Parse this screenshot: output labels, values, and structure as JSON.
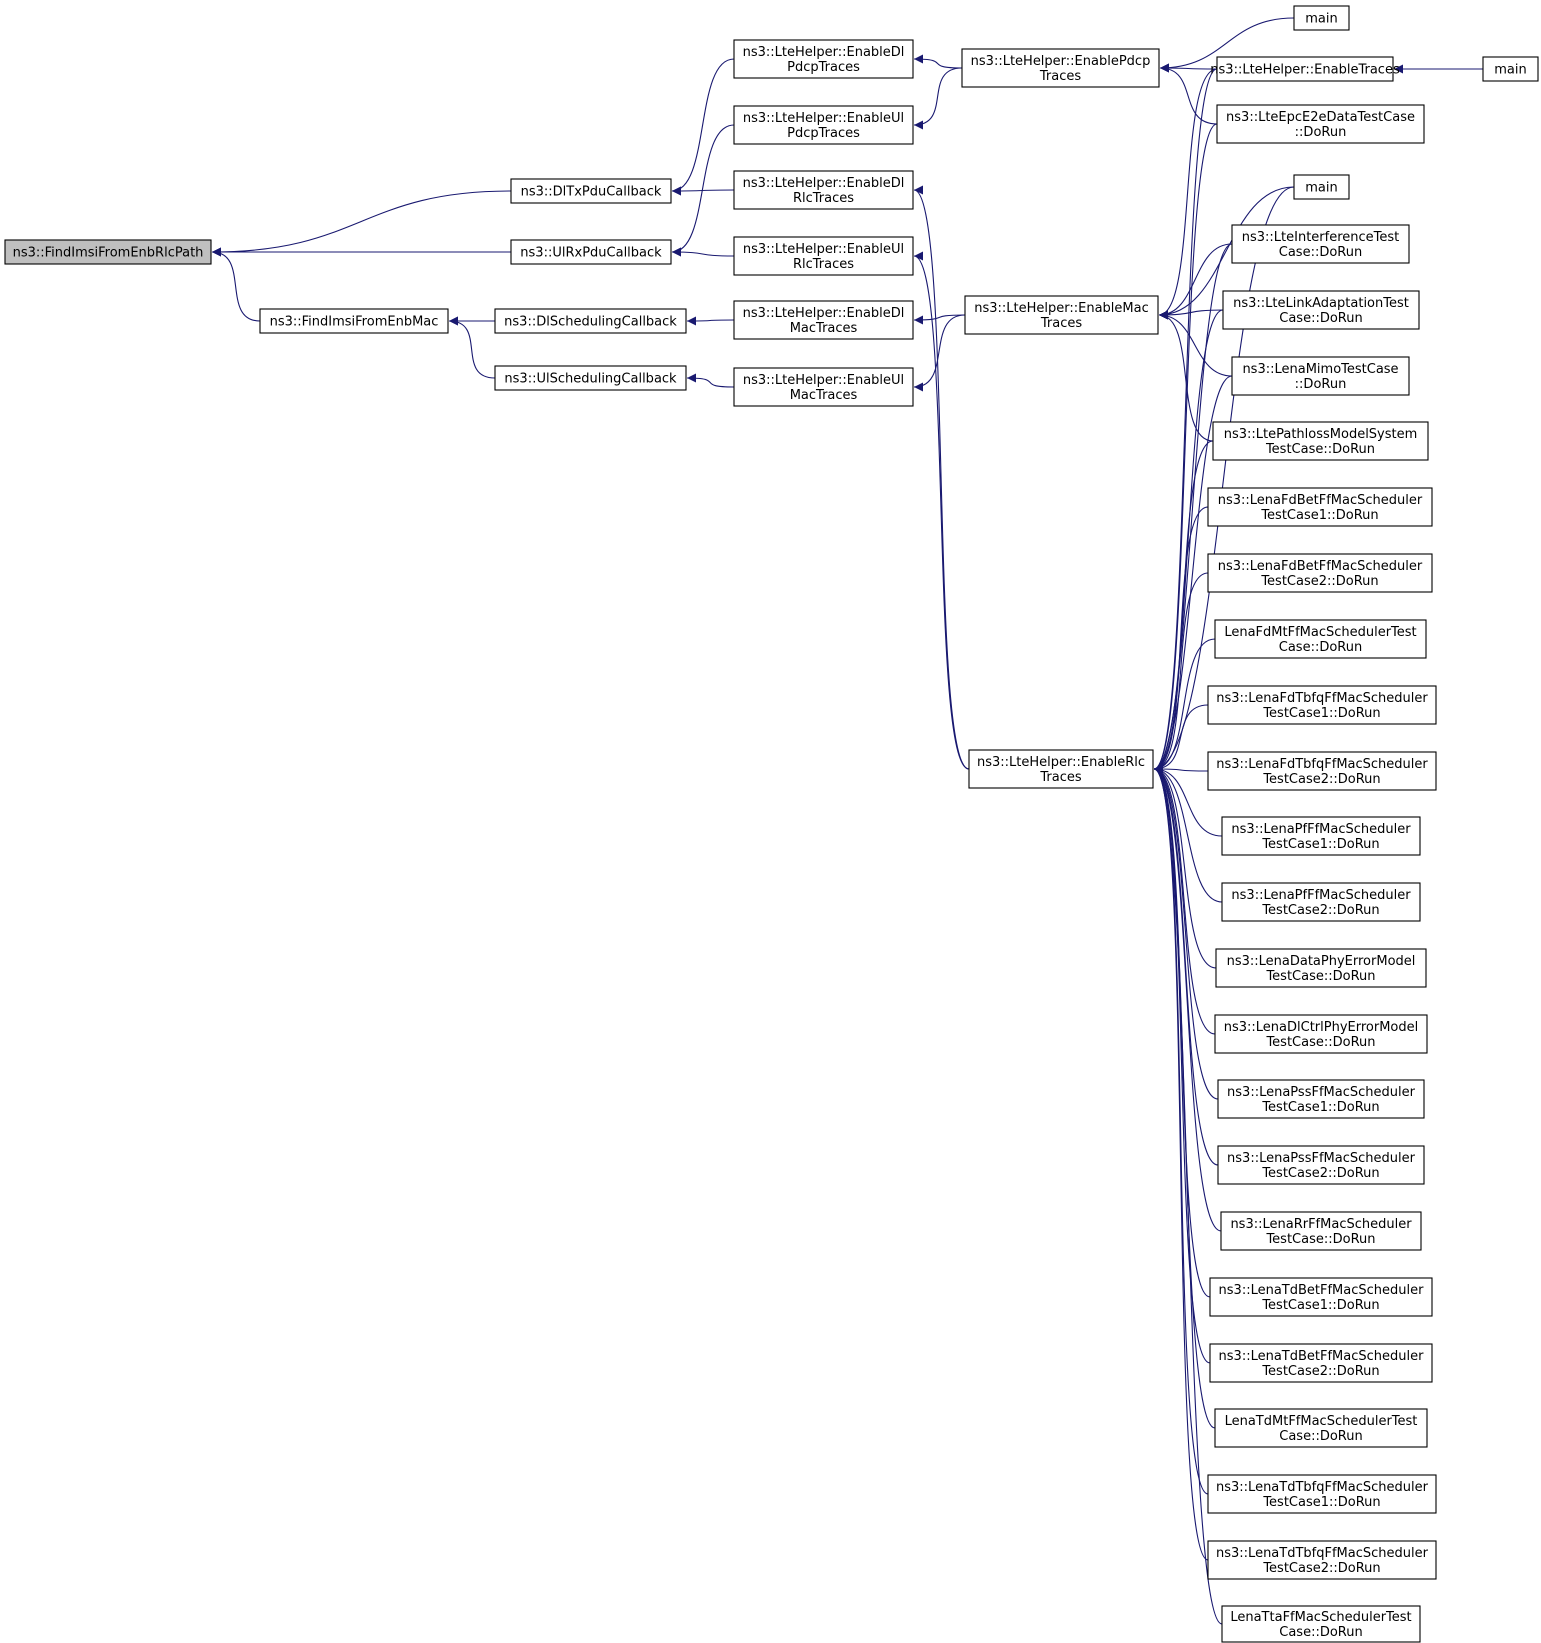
{
  "graph": {
    "edge_color": "#191970",
    "root_fill": "#bfbfbf",
    "node_fill": "#ffffff",
    "nodes": [
      {
        "id": "root",
        "lines": [
          "ns3::FindImsiFromEnbRlcPath"
        ]
      },
      {
        "id": "dltx",
        "lines": [
          "ns3::DlTxPduCallback"
        ]
      },
      {
        "id": "ulrx",
        "lines": [
          "ns3::UlRxPduCallback"
        ]
      },
      {
        "id": "fimac",
        "lines": [
          "ns3::FindImsiFromEnbMac"
        ]
      },
      {
        "id": "dlsch",
        "lines": [
          "ns3::DlSchedulingCallback"
        ]
      },
      {
        "id": "ulsch",
        "lines": [
          "ns3::UlSchedulingCallback"
        ]
      },
      {
        "id": "edlpdcp",
        "lines": [
          "ns3::LteHelper::EnableDl",
          "PdcpTraces"
        ]
      },
      {
        "id": "eulpdcp",
        "lines": [
          "ns3::LteHelper::EnableUl",
          "PdcpTraces"
        ]
      },
      {
        "id": "edlrlc",
        "lines": [
          "ns3::LteHelper::EnableDl",
          "RlcTraces"
        ]
      },
      {
        "id": "eulrlc",
        "lines": [
          "ns3::LteHelper::EnableUl",
          "RlcTraces"
        ]
      },
      {
        "id": "edlmac",
        "lines": [
          "ns3::LteHelper::EnableDl",
          "MacTraces"
        ]
      },
      {
        "id": "eulmac",
        "lines": [
          "ns3::LteHelper::EnableUl",
          "MacTraces"
        ]
      },
      {
        "id": "epdcp",
        "lines": [
          "ns3::LteHelper::EnablePdcp",
          "Traces"
        ]
      },
      {
        "id": "emac",
        "lines": [
          "ns3::LteHelper::EnableMac",
          "Traces"
        ]
      },
      {
        "id": "erlc",
        "lines": [
          "ns3::LteHelper::EnableRlc",
          "Traces"
        ]
      },
      {
        "id": "main1",
        "lines": [
          "main"
        ]
      },
      {
        "id": "etraces",
        "lines": [
          "ns3::LteHelper::EnableTraces"
        ]
      },
      {
        "id": "main3",
        "lines": [
          "main"
        ]
      },
      {
        "id": "e2e",
        "lines": [
          "ns3::LteEpcE2eDataTestCase",
          "::DoRun"
        ]
      },
      {
        "id": "main2",
        "lines": [
          "main"
        ]
      },
      {
        "id": "interf",
        "lines": [
          "ns3::LteInterferenceTest",
          "Case::DoRun"
        ]
      },
      {
        "id": "linkad",
        "lines": [
          "ns3::LteLinkAdaptationTest",
          "Case::DoRun"
        ]
      },
      {
        "id": "mimo",
        "lines": [
          "ns3::LenaMimoTestCase",
          "::DoRun"
        ]
      },
      {
        "id": "pathloss",
        "lines": [
          "ns3::LtePathlossModelSystem",
          "TestCase::DoRun"
        ]
      },
      {
        "id": "fdbet1",
        "lines": [
          "ns3::LenaFdBetFfMacScheduler",
          "TestCase1::DoRun"
        ]
      },
      {
        "id": "fdbet2",
        "lines": [
          "ns3::LenaFdBetFfMacScheduler",
          "TestCase2::DoRun"
        ]
      },
      {
        "id": "fdmt",
        "lines": [
          "LenaFdMtFfMacSchedulerTest",
          "Case::DoRun"
        ]
      },
      {
        "id": "fdtbfq1",
        "lines": [
          "ns3::LenaFdTbfqFfMacScheduler",
          "TestCase1::DoRun"
        ]
      },
      {
        "id": "fdtbfq2",
        "lines": [
          "ns3::LenaFdTbfqFfMacScheduler",
          "TestCase2::DoRun"
        ]
      },
      {
        "id": "pf1",
        "lines": [
          "ns3::LenaPfFfMacScheduler",
          "TestCase1::DoRun"
        ]
      },
      {
        "id": "pf2",
        "lines": [
          "ns3::LenaPfFfMacScheduler",
          "TestCase2::DoRun"
        ]
      },
      {
        "id": "dataphy",
        "lines": [
          "ns3::LenaDataPhyErrorModel",
          "TestCase::DoRun"
        ]
      },
      {
        "id": "dlctrl",
        "lines": [
          "ns3::LenaDlCtrlPhyErrorModel",
          "TestCase::DoRun"
        ]
      },
      {
        "id": "pss1",
        "lines": [
          "ns3::LenaPssFfMacScheduler",
          "TestCase1::DoRun"
        ]
      },
      {
        "id": "pss2",
        "lines": [
          "ns3::LenaPssFfMacScheduler",
          "TestCase2::DoRun"
        ]
      },
      {
        "id": "rr",
        "lines": [
          "ns3::LenaRrFfMacScheduler",
          "TestCase::DoRun"
        ]
      },
      {
        "id": "tdbet1",
        "lines": [
          "ns3::LenaTdBetFfMacScheduler",
          "TestCase1::DoRun"
        ]
      },
      {
        "id": "tdbet2",
        "lines": [
          "ns3::LenaTdBetFfMacScheduler",
          "TestCase2::DoRun"
        ]
      },
      {
        "id": "tdmt",
        "lines": [
          "LenaTdMtFfMacSchedulerTest",
          "Case::DoRun"
        ]
      },
      {
        "id": "tdtbfq1",
        "lines": [
          "ns3::LenaTdTbfqFfMacScheduler",
          "TestCase1::DoRun"
        ]
      },
      {
        "id": "tdtbfq2",
        "lines": [
          "ns3::LenaTdTbfqFfMacScheduler",
          "TestCase2::DoRun"
        ]
      },
      {
        "id": "tta",
        "lines": [
          "LenaTtaFfMacSchedulerTest",
          "Case::DoRun"
        ]
      }
    ],
    "edges": [
      [
        "dltx",
        "root"
      ],
      [
        "ulrx",
        "root"
      ],
      [
        "fimac",
        "root"
      ],
      [
        "edlpdcp",
        "dltx"
      ],
      [
        "edlrlc",
        "dltx"
      ],
      [
        "eulpdcp",
        "ulrx"
      ],
      [
        "eulrlc",
        "ulrx"
      ],
      [
        "dlsch",
        "fimac"
      ],
      [
        "ulsch",
        "fimac"
      ],
      [
        "edlmac",
        "dlsch"
      ],
      [
        "eulmac",
        "ulsch"
      ],
      [
        "epdcp",
        "edlpdcp"
      ],
      [
        "epdcp",
        "eulpdcp"
      ],
      [
        "emac",
        "edlmac"
      ],
      [
        "emac",
        "eulmac"
      ],
      [
        "erlc",
        "edlrlc"
      ],
      [
        "erlc",
        "eulrlc"
      ],
      [
        "main1",
        "epdcp"
      ],
      [
        "etraces",
        "epdcp"
      ],
      [
        "e2e",
        "epdcp"
      ],
      [
        "main3",
        "etraces"
      ],
      [
        "etraces",
        "emac"
      ],
      [
        "main2",
        "emac"
      ],
      [
        "interf",
        "emac"
      ],
      [
        "linkad",
        "emac"
      ],
      [
        "mimo",
        "emac"
      ],
      [
        "pathloss",
        "emac"
      ],
      [
        "etraces",
        "erlc"
      ],
      [
        "e2e",
        "erlc"
      ],
      [
        "main2",
        "erlc"
      ],
      [
        "interf",
        "erlc"
      ],
      [
        "linkad",
        "erlc"
      ],
      [
        "mimo",
        "erlc"
      ],
      [
        "pathloss",
        "erlc"
      ],
      [
        "fdbet1",
        "erlc"
      ],
      [
        "fdbet2",
        "erlc"
      ],
      [
        "fdmt",
        "erlc"
      ],
      [
        "fdtbfq1",
        "erlc"
      ],
      [
        "fdtbfq2",
        "erlc"
      ],
      [
        "pf1",
        "erlc"
      ],
      [
        "pf2",
        "erlc"
      ],
      [
        "dataphy",
        "erlc"
      ],
      [
        "dlctrl",
        "erlc"
      ],
      [
        "pss1",
        "erlc"
      ],
      [
        "pss2",
        "erlc"
      ],
      [
        "rr",
        "erlc"
      ],
      [
        "tdbet1",
        "erlc"
      ],
      [
        "tdbet2",
        "erlc"
      ],
      [
        "tdmt",
        "erlc"
      ],
      [
        "tdtbfq1",
        "erlc"
      ],
      [
        "tdtbfq2",
        "erlc"
      ],
      [
        "tta",
        "erlc"
      ]
    ]
  }
}
